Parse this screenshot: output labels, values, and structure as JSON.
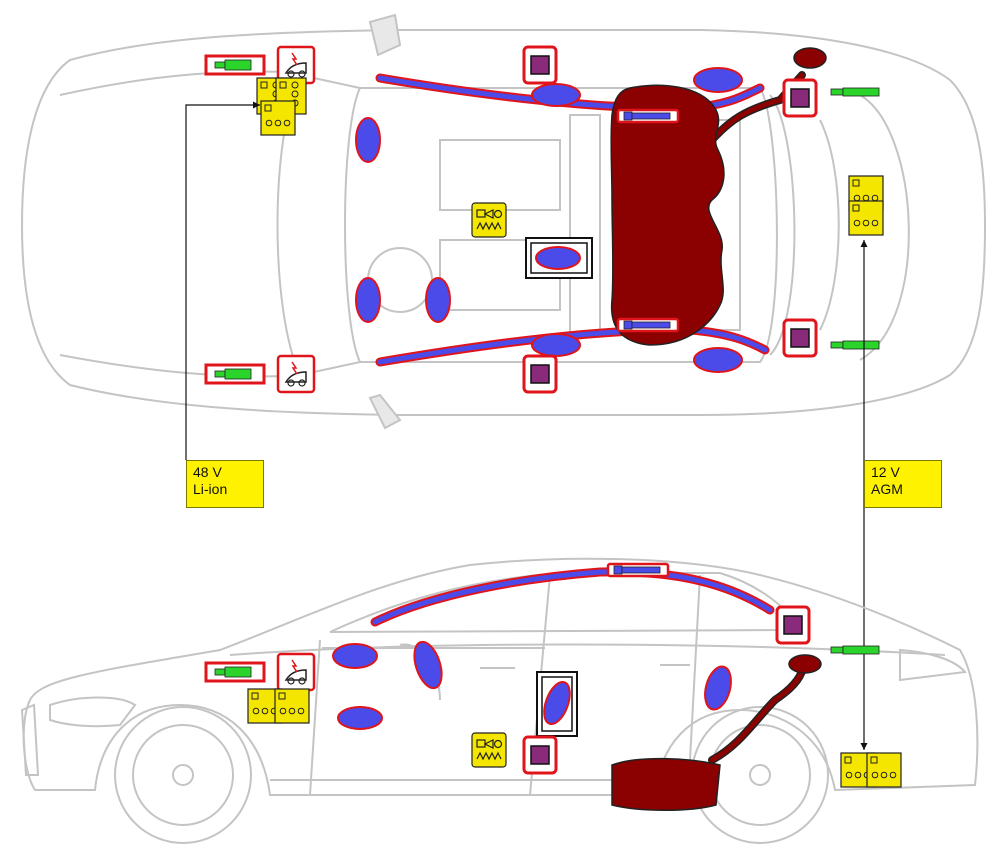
{
  "batteries": {
    "b48": {
      "voltage": "48 V",
      "type": "Li-ion"
    },
    "b12": {
      "voltage": "12 V",
      "type": "AGM"
    }
  },
  "colors": {
    "car_outline": "#c4c4c4",
    "airbag": "#4b4bea",
    "airbag_outline": "#e0151c",
    "fuel_tank": "#8b0000",
    "sensor_fill": "#8a2a7a",
    "battery_fill": "#f5e600",
    "label_fill": "#fff200",
    "actuator": "#2bd42b"
  },
  "icons": [
    "airbag-icon",
    "side-airbag-icon",
    "curtain-airbag-icon",
    "crash-sensor-icon",
    "fuel-tank-icon",
    "battery-icon",
    "pyro-actuator-icon",
    "hood-lift-icon",
    "seat-heater-icon",
    "center-airbag-icon"
  ]
}
